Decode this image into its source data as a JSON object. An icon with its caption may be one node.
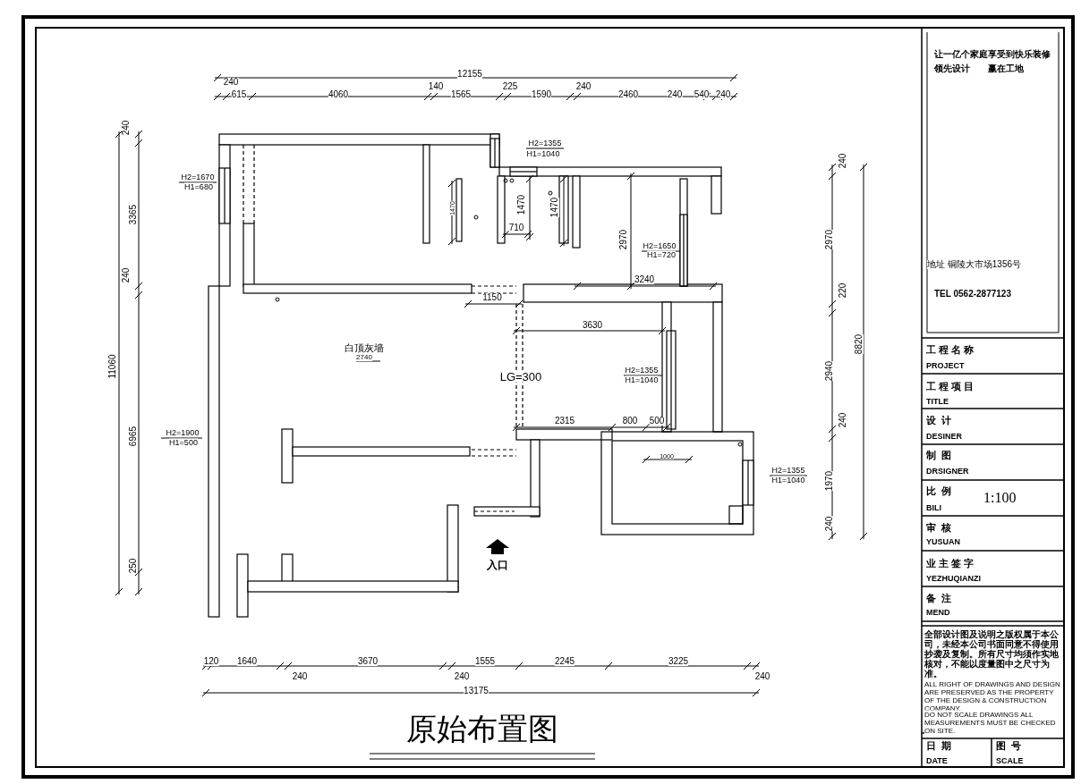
{
  "diagram": {
    "title": "原始布置图",
    "labels": [
      "12155",
      "240",
      "615",
      "4060",
      "140",
      "1565",
      "225",
      "1590",
      "240",
      "2460",
      "240",
      "540",
      "240",
      "240",
      "3365",
      "240",
      "11060",
      "6965",
      "250",
      "H2=1355",
      "H1=1040",
      "H2=1670",
      "H1=680",
      "1470",
      "1470",
      "710",
      "1470",
      "2970",
      "H2=1650",
      "H1=720",
      "3240",
      "1150",
      "3630",
      "白顶灰墙",
      "2740",
      "LG=300",
      "H2=1355",
      "H1=1040",
      "H2=1900",
      "H1=500",
      "2315",
      "800",
      "500",
      "1000",
      "H2=1355",
      "H1=1040",
      "入口",
      "240",
      "2970",
      "220",
      "2940",
      "8820",
      "240",
      "1970",
      "240",
      "120",
      "1640",
      "240",
      "3670",
      "240",
      "1555",
      "2245",
      "3225",
      "240",
      "13175",
      "让一亿个家庭享受到快乐装修",
      "领先设计",
      "赢在工地",
      "地址 铜陵大市场1356号",
      "TEL 0562-2877123",
      "工程名称",
      "PROJECT",
      "工程项目",
      "TITLE",
      "设计",
      "DESINER",
      "制图",
      "DRSIGNER",
      "比例",
      "BILI",
      "1:100",
      "审核",
      "YUSUAN",
      "业主签字",
      "YEZHUQIANZI",
      "备注",
      "MEND",
      "全部设计图及说明之版权属于本公司，未经本公司书面同意不得使用抄袭及复制。所有尺寸均须作实地核对，不能以度量图中之尺寸为准。",
      "ALL RIGHT OF DRAWINGS AND DESIGN ARE PRESERVED AS THE PROPERTY OF THE DESIGN & CONSTRUCTION COMPANY.",
      "DO NOT SCALE DRAWINGS ALL MEASUREMENTS MUST BE CHECKED ON SITE.",
      "日期",
      "DATE",
      "图号",
      "SCALE"
    ]
  }
}
